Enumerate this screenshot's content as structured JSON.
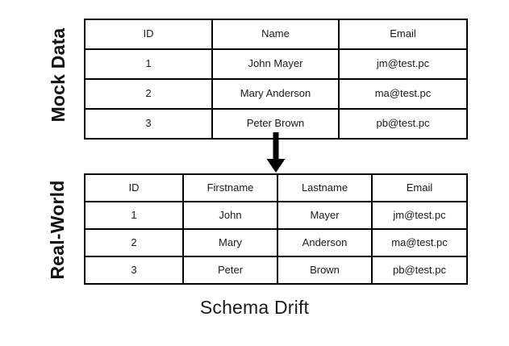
{
  "caption": "Schema Drift",
  "mock": {
    "side_label": "Mock Data",
    "columns": [
      "ID",
      "Name",
      "Email"
    ],
    "rows": [
      [
        "1",
        "John Mayer",
        "jm@test.pc"
      ],
      [
        "2",
        "Mary Anderson",
        "ma@test.pc"
      ],
      [
        "3",
        "Peter Brown",
        "pb@test.pc"
      ]
    ]
  },
  "real": {
    "side_label": "Real-World",
    "columns": [
      "ID",
      "Firstname",
      "Lastname",
      "Email"
    ],
    "rows": [
      [
        "1",
        "John",
        "Mayer",
        "jm@test.pc"
      ],
      [
        "2",
        "Mary",
        "Anderson",
        "ma@test.pc"
      ],
      [
        "3",
        "Peter",
        "Brown",
        "pb@test.pc"
      ]
    ]
  },
  "arrow": {
    "icon": "arrow-down-icon",
    "direction": "down",
    "color": "#000000"
  },
  "colors": {
    "background": "#ffffff",
    "border": "#000000",
    "text": "#1a1a1a"
  }
}
